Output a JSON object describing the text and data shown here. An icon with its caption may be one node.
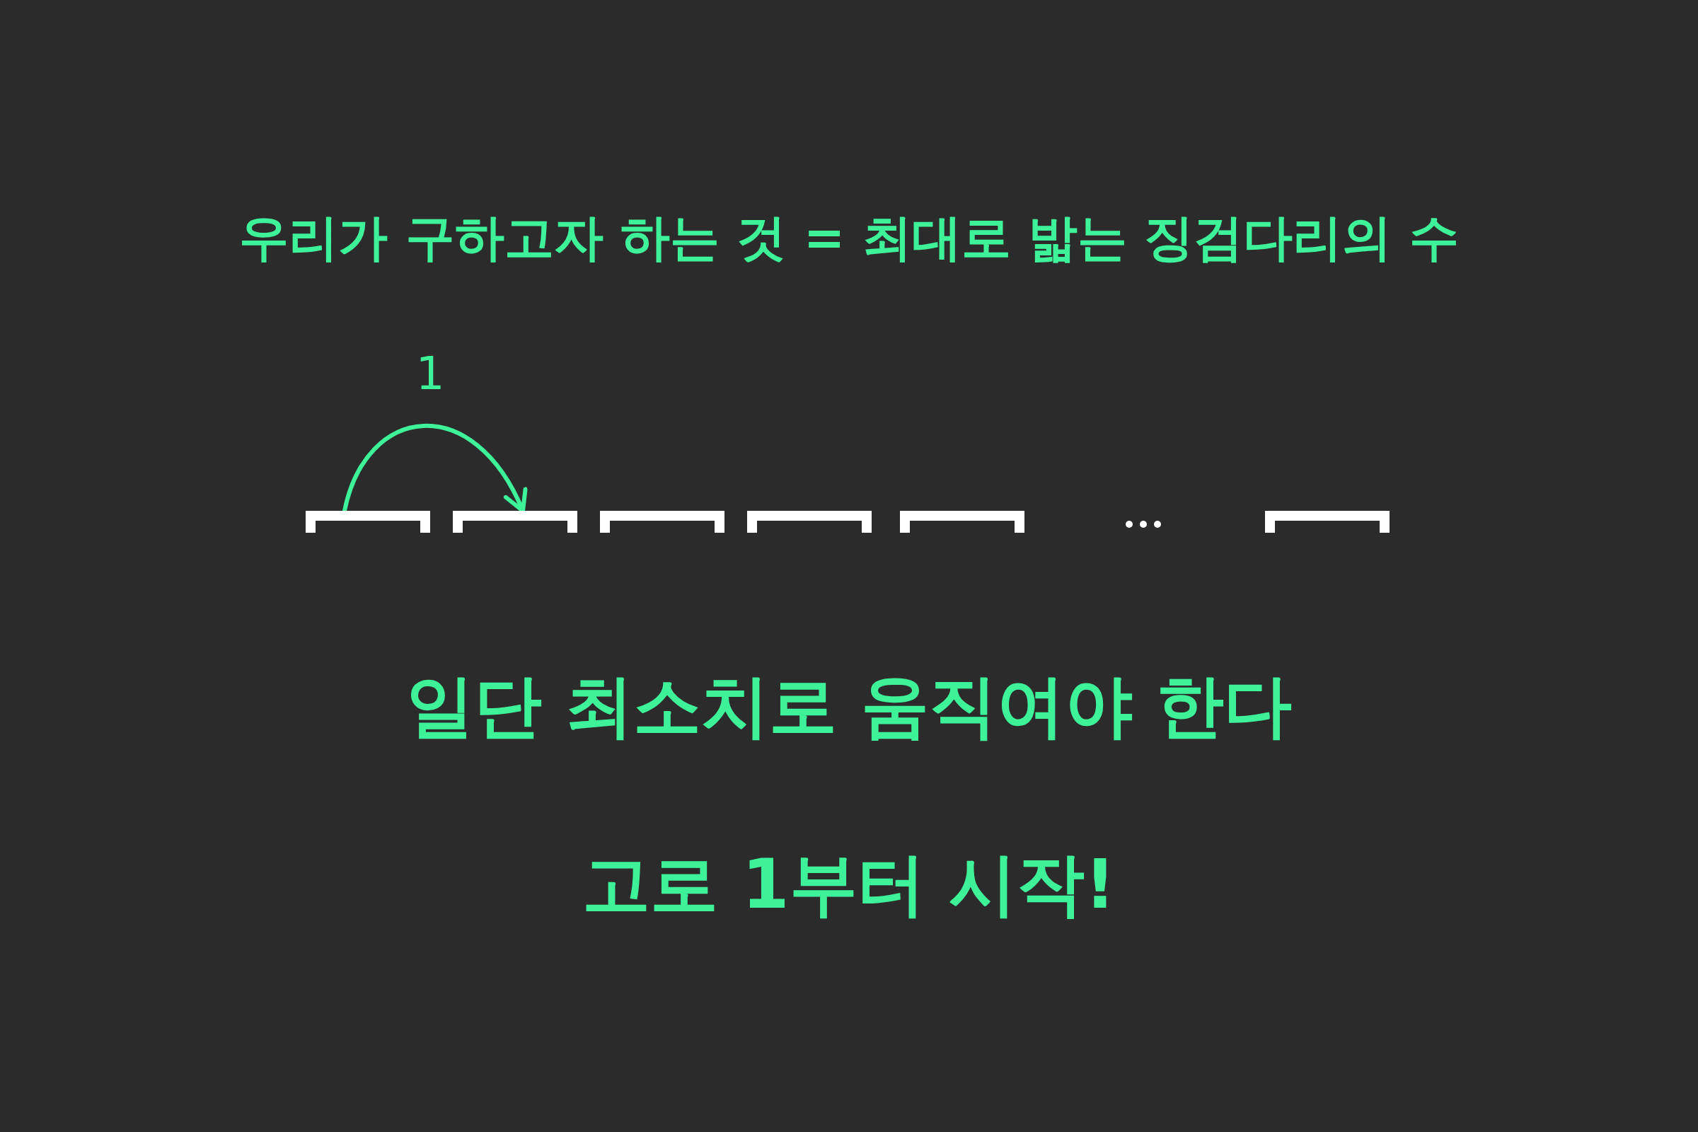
{
  "diagram": {
    "title": "우리가 구하고자 하는 것 = 최대로 밟는 징검다리의 수",
    "nodes": [
      {
        "text": [],
        "shape": "bar"
      },
      {
        "text": [],
        "shape": "bar"
      },
      {
        "text": [],
        "shape": "bar"
      },
      {
        "text": [],
        "shape": "bar"
      },
      {
        "text": [],
        "shape": "bar"
      },
      {
        "text": [],
        "shape": "bar"
      }
    ],
    "edges": [
      {
        "from": 0,
        "to": 1,
        "arrow": "to",
        "label": "1"
      }
    ],
    "labels": [
      "일단 최소치로 움직여야 한다",
      "고로 1부터 시작!"
    ]
  }
}
